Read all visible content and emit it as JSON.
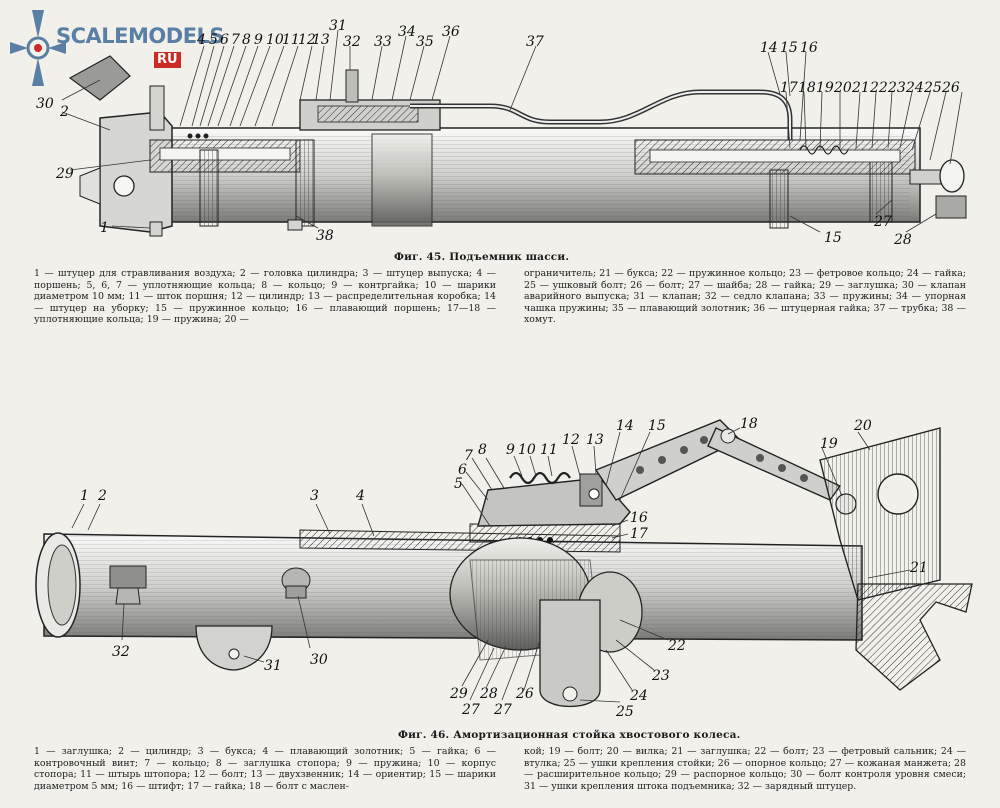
{
  "watermark": {
    "text": "SCALEMODELS",
    "sub": "RU",
    "color": "#5a7fa5",
    "sub_color": "#cc2b25"
  },
  "fig45": {
    "caption": "Фиг. 45. Подъемник шасси.",
    "callouts": [
      "1",
      "2",
      "4",
      "5",
      "6",
      "7",
      "8",
      "9",
      "10",
      "11",
      "12",
      "13",
      "14",
      "15",
      "15",
      "16",
      "17",
      "18",
      "19",
      "20",
      "21",
      "22",
      "23",
      "24",
      "25",
      "26",
      "27",
      "28",
      "29",
      "30",
      "31",
      "32",
      "33",
      "34",
      "35",
      "36",
      "37",
      "38"
    ],
    "legend_left": "1 — штуцер для стравливания воздуха; 2 — головка цилиндра; 3 — штуцер выпуска; 4 — поршень; 5, 6, 7 — уплотняющие кольца; 8 — кольцо; 9 — контргайка; 10 — шарики диаметром 10 мм; 11 — шток поршня; 12 — цилиндр; 13 — распределительная коробка; 14 — штуцер на уборку; 15 — пружинное кольцо; 16 — плавающий поршень; 17—18 — уплотняющие кольца; 19 — пружина; 20 —",
    "legend_right": "ограничитель; 21 — букса; 22 — пружинное кольцо; 23 — фетровое кольцо; 24 — гайка; 25 — ушковый болт; 26 — болт; 27 — шайба; 28 — гайка; 29 — заглушка; 30 — клапан аварийного выпуска; 31 — клапан; 32 — седло клапана; 33 — пружины; 34 — упорная чашка пружины; 35 — плавающий золотник; 36 — штуцерная гайка; 37 — трубка; 38 — хомут."
  },
  "fig46": {
    "caption": "Фиг. 46.  Амортизационная стойка хвостового колеса.",
    "callouts": [
      "1",
      "2",
      "3",
      "4",
      "5",
      "6",
      "7",
      "8",
      "9",
      "10",
      "11",
      "12",
      "13",
      "14",
      "15",
      "16",
      "17",
      "18",
      "19",
      "20",
      "21",
      "22",
      "23",
      "24",
      "25",
      "26",
      "27",
      "27",
      "28",
      "29",
      "30",
      "31",
      "32"
    ],
    "legend_left": "1 — заглушка; 2 — цилиндр; 3 — букса; 4 — плавающий золотник; 5 — гайка; 6 — контровочный винт; 7 — кольцо; 8 — заглушка стопора; 9 — пружина; 10 — корпус стопора; 11 — штырь штопора; 12 — болт; 13 — двухзвенник; 14 — ориентир; 15 — шарики диаметром 5 мм; 16 — штифт; 17 — гайка; 18 — болт с маслен-",
    "legend_right": "кой; 19 — болт; 20 — вилка; 21 — заглушка; 22 — болт; 23 — фетровый сальник; 24 — втулка; 25 — ушки крепления стойки; 26 — опорное кольцо; 27 — кожаная манжета; 28 — расширительное кольцо; 29 — распорное кольцо; 30 — болт контроля уровня смеси; 31 — ушки крепления штока подъемника; 32 — зарядный штуцер."
  }
}
